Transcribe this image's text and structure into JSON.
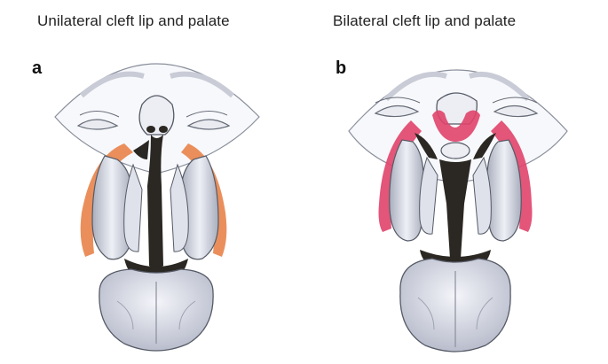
{
  "panels": [
    {
      "id": "a",
      "title": "Unilateral cleft lip and palate",
      "letter": "a",
      "accent": "#e8834a"
    },
    {
      "id": "b",
      "title": "Bilateral cleft lip and palate",
      "letter": "b",
      "accent": "#e0436a"
    }
  ],
  "colors": {
    "tissue": "#c8ccd8",
    "tissue_light": "#eef0f5",
    "outline": "#555a66",
    "cleft": "#2b2722"
  }
}
